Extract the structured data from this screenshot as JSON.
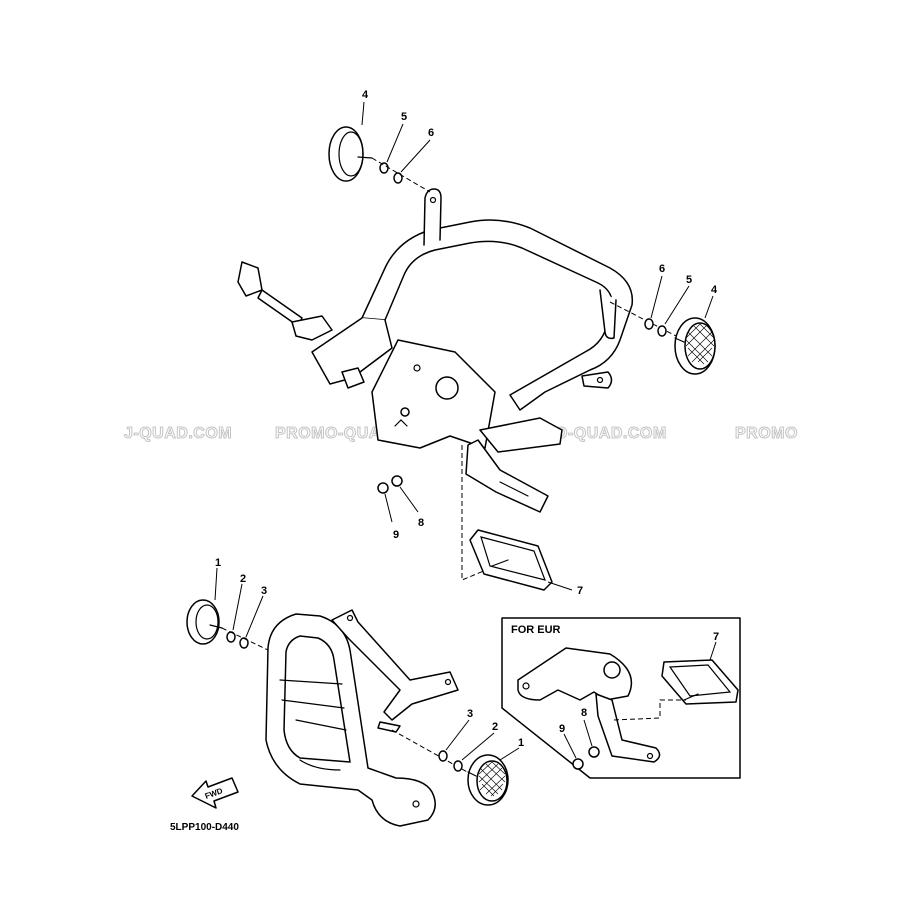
{
  "callouts": {
    "top_left_4": "4",
    "top_left_5": "5",
    "top_left_6": "6",
    "top_right_6": "6",
    "top_right_5": "5",
    "top_right_4": "4",
    "mid_8": "8",
    "mid_9": "9",
    "mid_7": "7",
    "bottom_left_1": "1",
    "bottom_left_2": "2",
    "bottom_left_3": "3",
    "bottom_right_3": "3",
    "bottom_right_2": "2",
    "bottom_right_1": "1",
    "eur_7": "7",
    "eur_8": "8",
    "eur_9": "9"
  },
  "inset": {
    "title": "FOR EUR"
  },
  "fwd_label": "FWD",
  "diagram_code": "5LPP100-D440",
  "watermark": {
    "items": [
      "J-QUAD.COM",
      "PROMO-QUAD.COM",
      "PROMO-QUAD.COM",
      "PROMO"
    ]
  }
}
